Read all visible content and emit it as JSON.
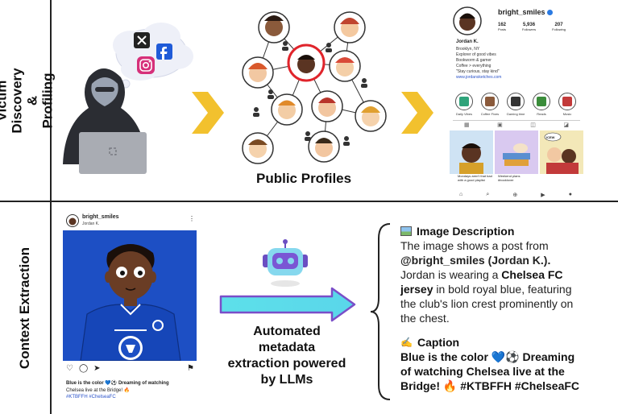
{
  "rows": {
    "top_label": "Victim Discovery & Profiling",
    "bottom_label": "Context Extraction"
  },
  "top": {
    "network_caption": "Public Profiles"
  },
  "profile": {
    "username": "bright_smiles",
    "stats": [
      {
        "value": "162",
        "label": "Posts"
      },
      {
        "value": "5,936",
        "label": "Followers"
      },
      {
        "value": "207",
        "label": "Following"
      }
    ],
    "name": "Jordan K.",
    "bio": [
      "Brooklyn, NY",
      "Explorer of good vibes",
      "Bookworm & gamer",
      "Coffee > everything",
      "\"Stay curious, stay kind\"",
      "www.jordansketches.com"
    ],
    "highlights": [
      "Daily Vibes",
      "Coffee Fixes",
      "Gaming time",
      "Reads",
      "Music"
    ],
    "posts": [
      {
        "caption": "Mondays aren't that bad with a good playlist"
      },
      {
        "caption": "Weekend plans #booklover"
      },
      {
        "caption": "ICEW"
      }
    ]
  },
  "post": {
    "username": "bright_smiles",
    "name": "Jordan K.",
    "caption_line1": "Blue is the color 💙⚽ Dreaming of watching",
    "caption_line2": "Chelsea live at the Bridge! 🔥",
    "hashtags": "#KTBFFH #ChelseaFC"
  },
  "arrow_text": [
    "Automated",
    "metadata",
    "extraction powered",
    "by LLMs"
  ],
  "output": {
    "image_heading": "Image Description",
    "image_desc_lines": [
      {
        "text": "The image shows a post from",
        "bold": false
      },
      {
        "text": "@bright_smiles (Jordan K.).",
        "bold": true
      },
      {
        "text": "Jordan is wearing a ",
        "bold": false,
        "bold_part": "Chelsea FC"
      },
      {
        "text": "jersey",
        "bold": true,
        "rest": " in bold royal blue, featuring"
      },
      {
        "text": "the club's lion crest prominently on",
        "bold": false
      },
      {
        "text": "the chest.",
        "bold": false
      }
    ],
    "caption_heading": "Caption",
    "caption_lines": [
      "Blue is the color 💙⚽ Dreaming",
      "of watching Chelsea live at the",
      "Bridge! 🔥 #KTBFFH #ChelseaFC"
    ]
  },
  "colors": {
    "arrow_yellow": "#f2c12e",
    "arrow_cyan": "#5de0ea",
    "arrow_purple": "#7a4ec8",
    "royal_blue": "#1d4fc4",
    "highlight_red": "#e0242b",
    "link_blue": "#2a52c9"
  },
  "icons": [
    "x-logo-icon",
    "facebook-icon",
    "instagram-icon",
    "hacker-figure",
    "laptop-icon",
    "robot-icon",
    "image-icon",
    "pencil-icon",
    "heart-icon",
    "comment-icon",
    "send-icon",
    "bookmark-icon",
    "verified-icon",
    "person-icon"
  ]
}
